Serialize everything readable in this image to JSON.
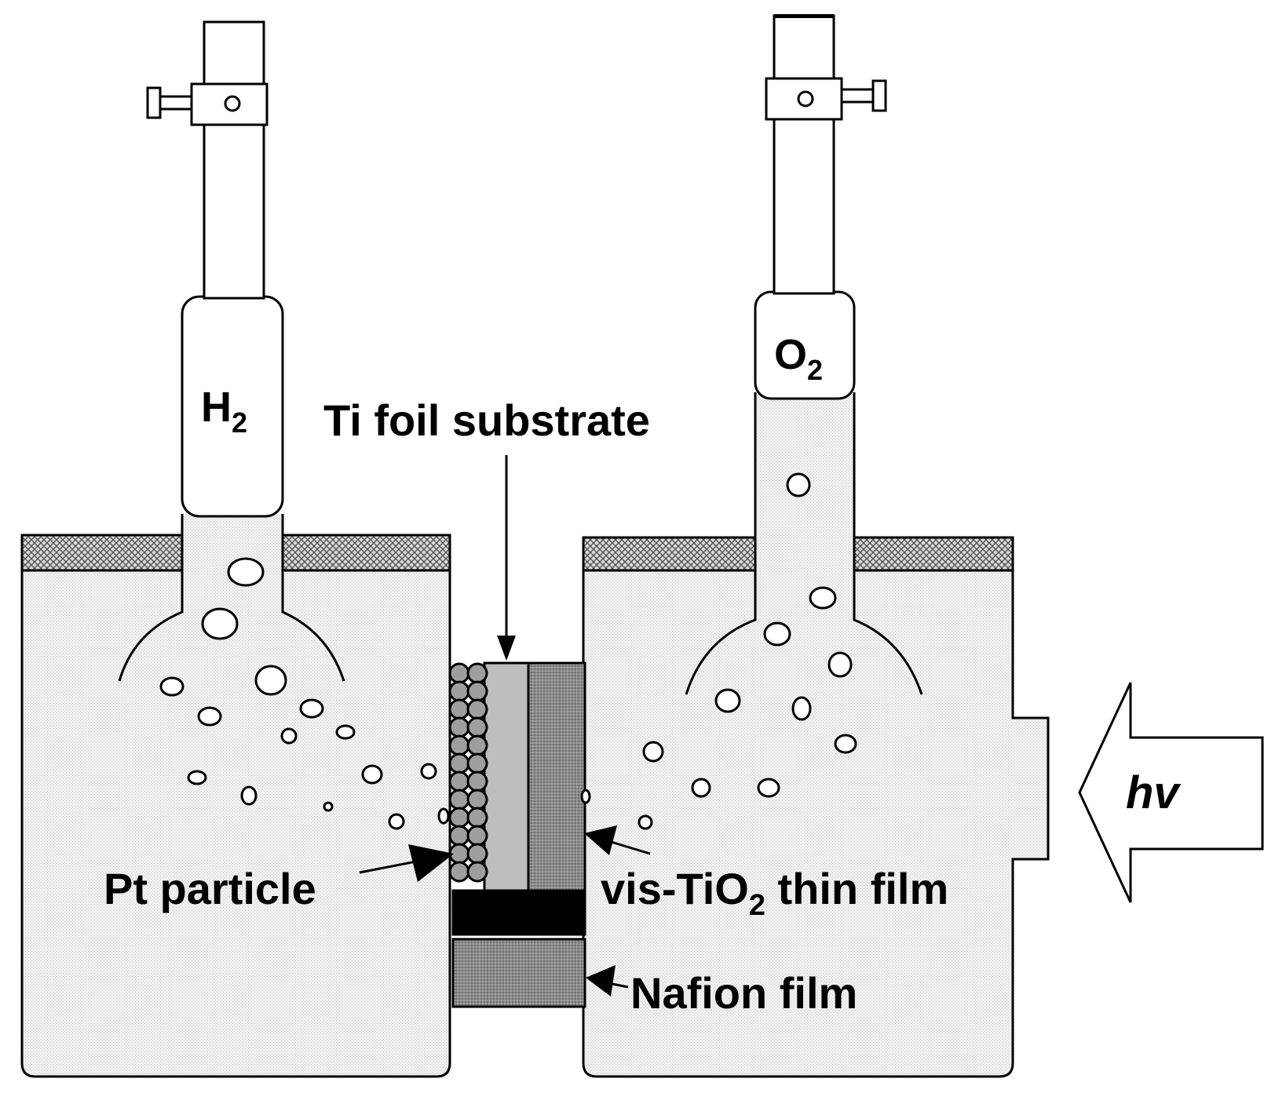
{
  "labels": {
    "left_gas": "H",
    "left_gas_sub": "2",
    "right_gas": "O",
    "right_gas_sub": "2",
    "ti_foil": "Ti foil substrate",
    "pt_particle": "Pt particle",
    "vis_tio2_pre": "vis-TiO",
    "vis_tio2_sub": "2",
    "vis_tio2_post": " thin film",
    "nafion": "Nafion film",
    "light": "hv"
  },
  "colors": {
    "stroke": "#000000",
    "liquid_fill": "#ececec",
    "gas_fill": "#ffffff",
    "ti_foil_fill": "#bdbdbd",
    "tio2_fill": "#8a8a8a",
    "pt_fill": "#9e9e9e",
    "seal_fill": "#000000",
    "nafion_fill": "#8f8f8f"
  }
}
